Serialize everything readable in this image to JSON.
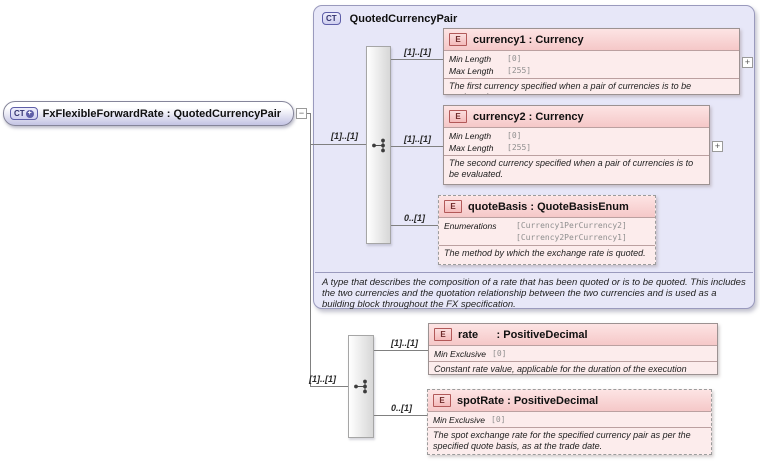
{
  "colors": {
    "lavender": "#e7e7f8",
    "lavender_border": "#9a9abd",
    "root_fill": "#c4c4e4",
    "ct_fill": "#cfcfef",
    "ct_border": "#5e5ea8",
    "ct_text": "#32326e",
    "pink_body": "#fcecec",
    "pink_head_top": "#fde4e4",
    "pink_head_bot": "#f5c8c8",
    "pink_border": "#9c9292",
    "ebadge_fill": "#f4baba",
    "ebadge_border": "#b25959",
    "divider": "#bba0a0",
    "line": "#808080"
  },
  "root": {
    "badge": "CT",
    "badge_plus": "+",
    "label": "FxFlexibleForwardRate : QuotedCurrencyPair",
    "collapse_glyph": "−"
  },
  "type_box": {
    "badge": "CT",
    "title": "QuotedCurrencyPair",
    "description": "A type that describes the composition of a rate that has been quoted or is to be quoted. This includes the two currencies and the quotation relationship between the two currencies and is used as a building block throughout the FX specification."
  },
  "cardinalities": {
    "group1": "[1]..[1]",
    "currency1": "[1]..[1]",
    "currency2": "[1]..[1]",
    "quoteBasis": "0..[1]",
    "group2": "[1]..[1]",
    "rate": "[1]..[1]",
    "spotRate": "0..[1]"
  },
  "elements": {
    "currency1": {
      "badge": "E",
      "label": "currency1 : Currency",
      "facets": [
        {
          "name": "Min Length",
          "value": "[0]"
        },
        {
          "name": "Max Length",
          "value": "[255]"
        }
      ],
      "description": "The first currency specified when a pair of currencies is to be evaluated.",
      "expand_glyph": "+"
    },
    "currency2": {
      "badge": "E",
      "label": "currency2 : Currency",
      "facets": [
        {
          "name": "Min Length",
          "value": "[0]"
        },
        {
          "name": "Max Length",
          "value": "[255]"
        }
      ],
      "description": "The second currency specified when a pair of currencies is to be evaluated.",
      "expand_glyph": "+"
    },
    "quoteBasis": {
      "badge": "E",
      "label": "quoteBasis : QuoteBasisEnum",
      "facets": [
        {
          "name": "Enumerations",
          "values": [
            "[Currency1PerCurrency2]",
            "[Currency2PerCurrency1]"
          ]
        }
      ],
      "description": "The method by which the exchange rate is quoted."
    },
    "rate": {
      "badge": "E",
      "label": "rate      : PositiveDecimal",
      "facets": [
        {
          "name": "Min Exclusive",
          "value": "[0]"
        }
      ],
      "description": "Constant rate value, applicable for the duration of the execution period."
    },
    "spotRate": {
      "badge": "E",
      "label": "spotRate : PositiveDecimal",
      "facets": [
        {
          "name": "Min Exclusive",
          "value": "[0]"
        }
      ],
      "description": "The spot exchange rate for the specified currency pair as per the specified quote basis, as at the trade date."
    }
  }
}
